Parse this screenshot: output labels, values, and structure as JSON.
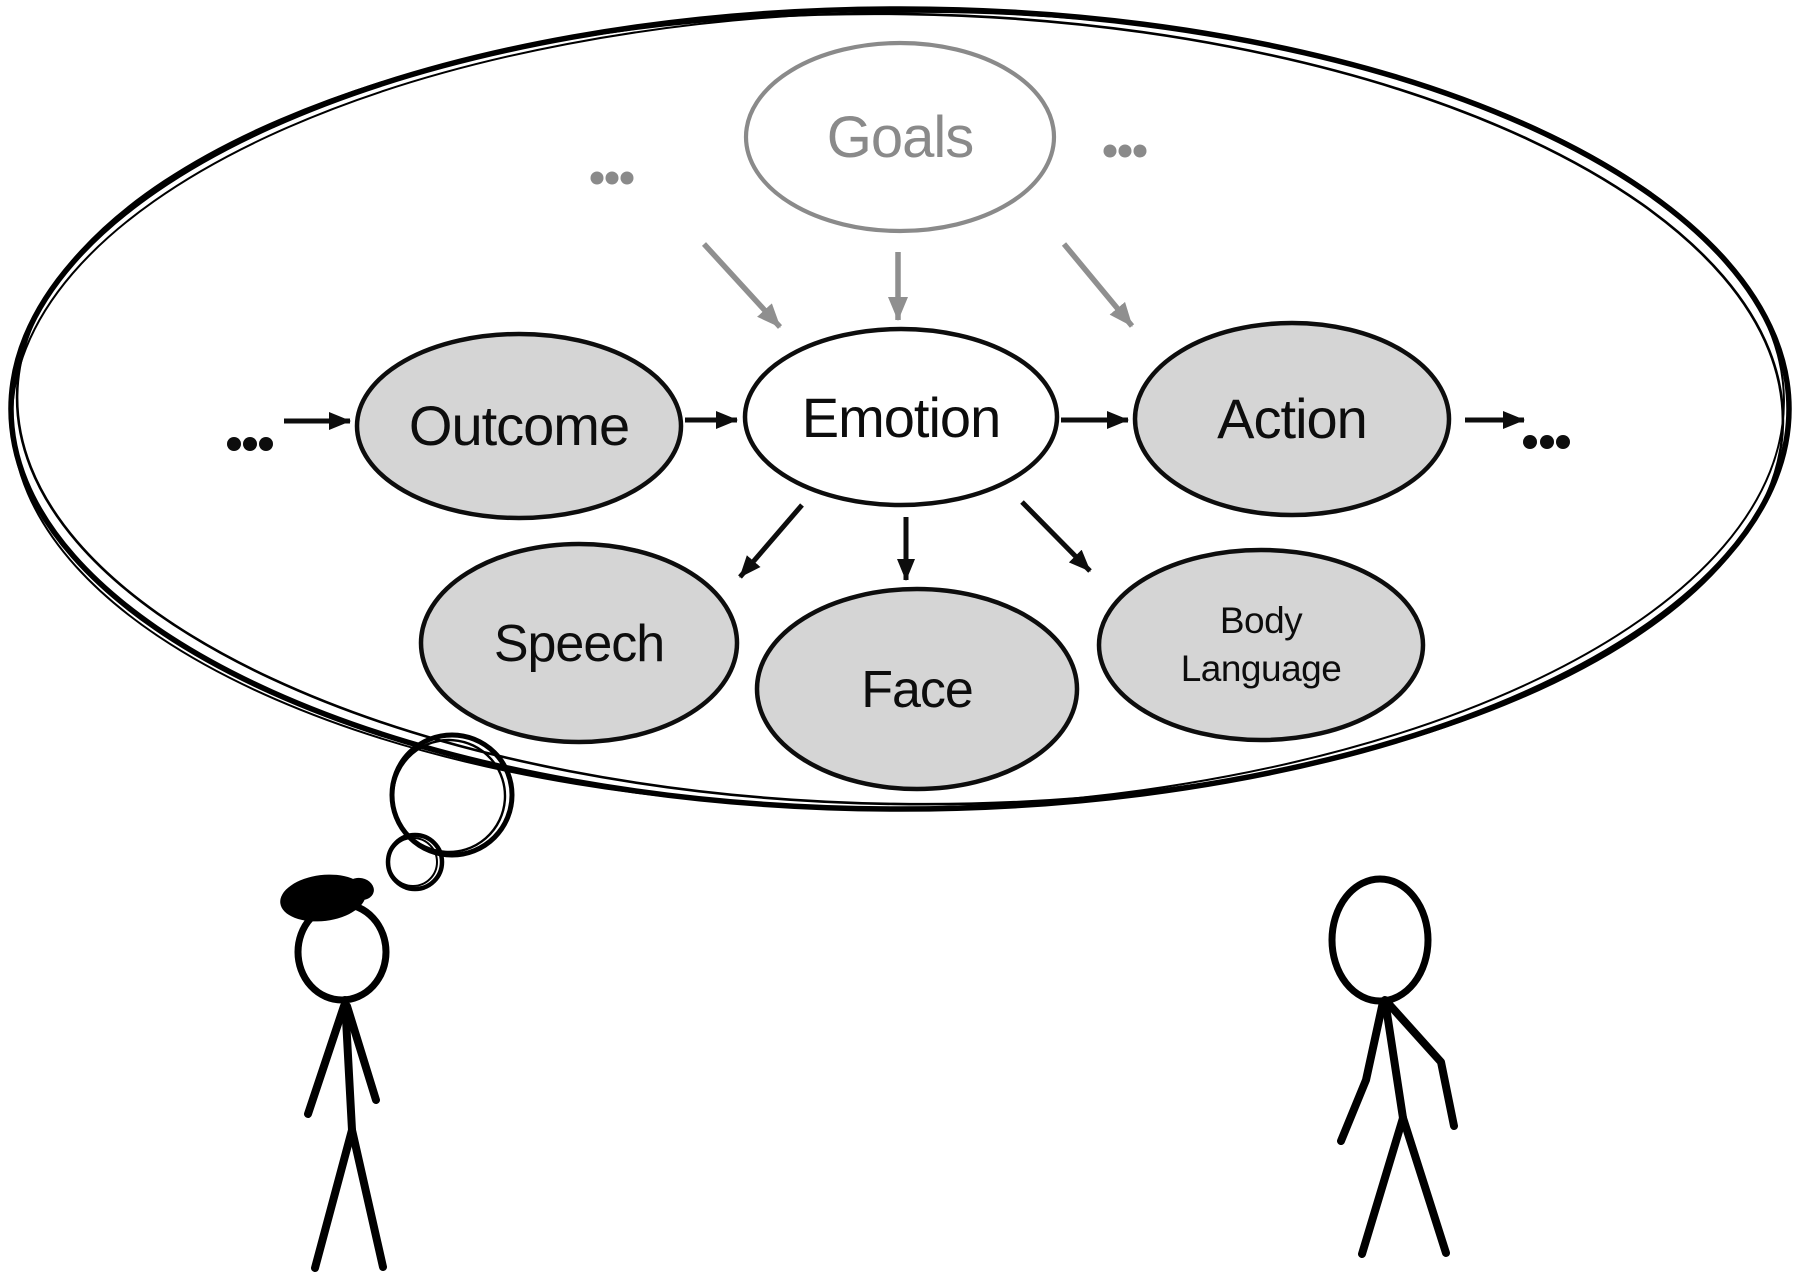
{
  "figure": {
    "description": "Thought-bubble diagram of an intuitive causal model of emotion between two stick figures",
    "goals_node": {
      "label": "Goals"
    },
    "nodes": {
      "outcome": {
        "label": "Outcome"
      },
      "emotion": {
        "label": "Emotion"
      },
      "action": {
        "label": "Action"
      },
      "speech": {
        "label": "Speech"
      },
      "face": {
        "label": "Face"
      },
      "body_language": {
        "label": "Body Language",
        "line1": "Body",
        "line2": "Language"
      }
    },
    "ellipsis": {
      "gray_left": "...",
      "gray_right": "...",
      "chain_left": "...",
      "chain_right": "..."
    },
    "colors": {
      "node_fill": "#d5d5d5",
      "node_outline": "#0d0d0d",
      "gray_accent": "#8a8a8a",
      "background": "#ffffff",
      "ink": "#000000"
    }
  }
}
